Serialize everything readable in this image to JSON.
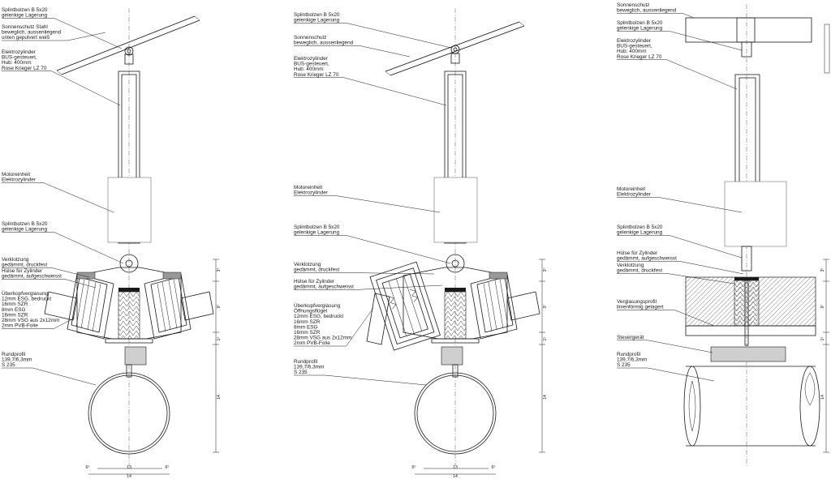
{
  "views": [
    {
      "id": "left",
      "labels": [
        [
          "Splintbolzen B 5x20",
          "gelenkige Lagerung"
        ],
        [
          "Sonnenschutz Stahl",
          "beweglich, aussenliegend",
          "unten gepulvert weiß"
        ],
        [
          "Elektrozylinder",
          "BUS-gesteuert,",
          "Hub: 400mm",
          "Rose Krieger LZ 70"
        ],
        [
          "Motoreinheit",
          "Elektrozylinder"
        ],
        [
          "Splintbolzen B 5x20",
          "gelenkige Lagerung"
        ],
        [
          "Verklotzung",
          "gedämmt, druckfest"
        ],
        [
          "Hülse für Zylinder",
          "gedämmt, aufgeschweisst"
        ],
        [
          "Überkopfverglasung",
          "12mm ESG, bedruckt",
          "16mm SZR",
          "8mm   ESG",
          "16mm SZR",
          "28mm VSG aus 2x12mm",
          "2mm PVB-Folie"
        ],
        [
          "Rundprofil",
          "139,7/6,3mm",
          "S 235"
        ]
      ],
      "dims_bottom": [
        "6⁵",
        "13",
        "6⁵",
        "14"
      ],
      "dims_side": [
        "3⁰",
        "9⁷",
        "1⁵",
        "14"
      ]
    },
    {
      "id": "middle",
      "labels": [
        [
          "Splintbolzen B 5x20",
          "gelenkige Lagerung"
        ],
        [
          "Sonnenschutz",
          "beweglich, aussenliegend"
        ],
        [
          "Elektrozylinder",
          "BUS-gesteuert,",
          "Hub: 400mm",
          "Rose Krieger LZ 70"
        ],
        [
          "Motoreinheit",
          "Elektrozylinder"
        ],
        [
          "Splintbolzen B 5x20",
          "gelenkige Lagerung"
        ],
        [
          "Verklotzung",
          "gedämmt, druckfest"
        ],
        [
          "Hülse für Zylinder",
          "gedämmt, aufgeschweisst"
        ],
        [
          "Überkopfverglasung",
          "Öffnungsflügel",
          "12mm ESG, bedruckt",
          "16mm SZR",
          "8mm   ESG",
          "16mm SZR",
          "28mm VSG aus 2x12mm",
          "2mm PVB-Folie"
        ],
        [
          "Rundprofil",
          "139,7/6,3mm",
          "S 235"
        ]
      ],
      "dims_bottom": [
        "6⁵",
        "13",
        "6⁵",
        "14"
      ],
      "dims_side": [
        "3⁰",
        "9⁷",
        "1⁵",
        "14"
      ]
    },
    {
      "id": "right",
      "labels": [
        [
          "Sonnenschutz",
          "beweglich, aussenliegend"
        ],
        [
          "Splintbolzen B 5x20",
          "gelenkige Lagerung"
        ],
        [
          "Elektrozylinder",
          "BUS-gesteuert,",
          "Hub: 400mm",
          "Rose Krieger LZ 70"
        ],
        [
          "Motoreinheit",
          "Elektrozylinder"
        ],
        [
          "Splintbolzen B 5x20",
          "gelenkige Lagerung"
        ],
        [
          "Hülse für Zylinder",
          "gedämmt, aufgeschweisst"
        ],
        [
          "Verklotzung",
          "gedämmt, druckfest"
        ],
        [
          "Verglasungsprofil",
          "linienförmig gelagert"
        ],
        [
          "Steuergerät"
        ],
        [
          "Rundprofil",
          "139,7/6,3mm",
          "S 235"
        ]
      ],
      "dims_side": [
        "3⁰",
        "9⁷",
        "1⁵",
        "14"
      ]
    }
  ]
}
